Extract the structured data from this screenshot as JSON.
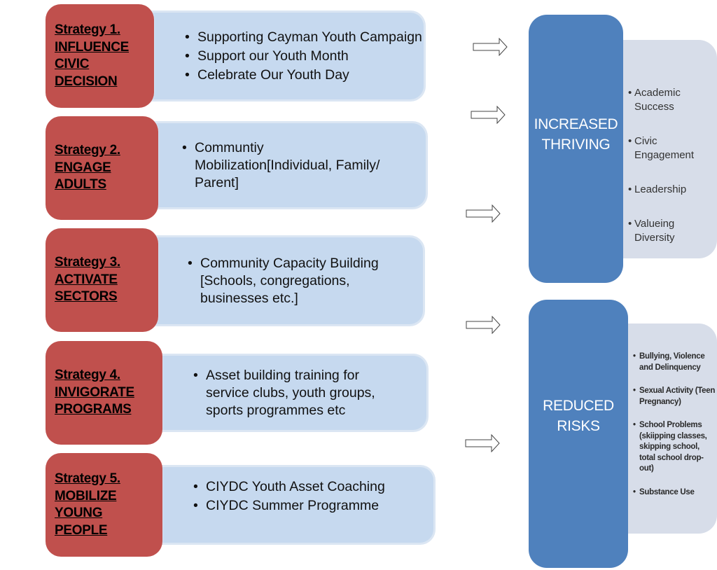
{
  "strategies": [
    {
      "title_lines": [
        "Strategy 1.",
        "INFLUENCE",
        "CIVIC",
        "DECISION"
      ],
      "items": [
        "Supporting Cayman Youth Campaign",
        "Support our Youth Month",
        "Celebrate Our Youth Day"
      ]
    },
    {
      "title_lines": [
        "Strategy 2.",
        "ENGAGE",
        "ADULTS"
      ],
      "items": [
        "Communtiy Mobilization[Individual, Family/ Parent]"
      ]
    },
    {
      "title_lines": [
        "Strategy 3.",
        "ACTIVATE",
        "SECTORS"
      ],
      "items": [
        "Community Capacity Building [Schools, congregations, businesses etc.]"
      ]
    },
    {
      "title_lines": [
        "Strategy 4.",
        "INVIGORATE",
        "PROGRAMS"
      ],
      "items": [
        "Asset building training for service clubs, youth groups, sports programmes etc"
      ]
    },
    {
      "title_lines": [
        "Strategy 5.",
        "MOBILIZE",
        "YOUNG",
        "PEOPLE"
      ],
      "items": [
        "CIYDC Youth Asset Coaching",
        "CIYDC Summer Programme"
      ]
    }
  ],
  "outcomes": [
    {
      "title_lines": [
        "INCREASED",
        "THRIVING"
      ],
      "items": [
        "Academic Success",
        "Civic Engagement",
        "Leadership",
        "Valueing Diversity"
      ]
    },
    {
      "title_lines": [
        "REDUCED",
        "RISKS"
      ],
      "items": [
        "Bullying, Violence and Delinquency",
        "Sexual Activity (Teen Pregnancy)",
        "School Problems (skiipping classes, skipping school, total school drop-out)",
        "Substance Use"
      ]
    }
  ],
  "colors": {
    "strategy": "#c0504d",
    "detail": "#c6d9ef",
    "outcome": "#4f81bd",
    "outcome_list": "#d7dde9"
  }
}
